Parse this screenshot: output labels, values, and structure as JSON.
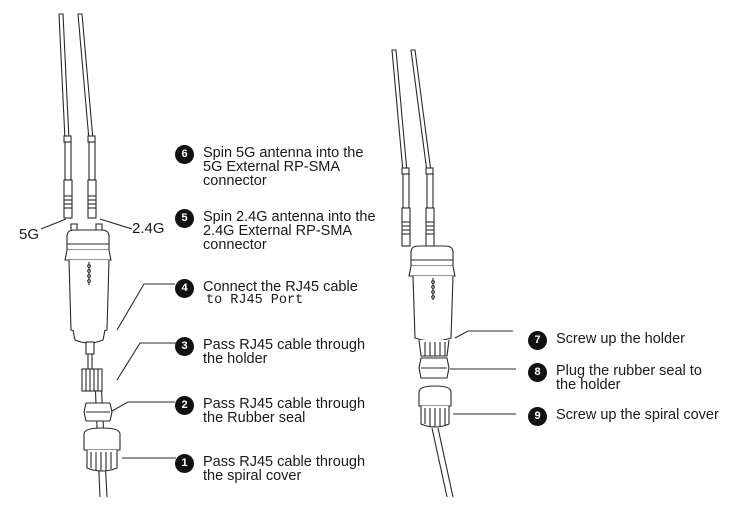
{
  "bands": {
    "left": "5G",
    "right": "2.4G"
  },
  "steps": [
    {
      "num": "6",
      "line1": "Spin 5G antenna into the",
      "line2": "5G External RP-SMA",
      "line3": "connector"
    },
    {
      "num": "5",
      "line1": "Spin 2.4G antenna into the",
      "line2": "2.4G External RP-SMA",
      "line3": "connector"
    },
    {
      "num": "4",
      "line1": "Connect the RJ45 cable",
      "line2": "to RJ45 Port"
    },
    {
      "num": "3",
      "line1": "Pass RJ45 cable through",
      "line2": "the holder"
    },
    {
      "num": "2",
      "line1": "Pass RJ45 cable through",
      "line2": "the Rubber seal"
    },
    {
      "num": "1",
      "line1": "Pass RJ45 cable through",
      "line2": "the spiral cover"
    },
    {
      "num": "7",
      "line1": "Screw up the holder"
    },
    {
      "num": "8",
      "line1": "Plug the rubber seal to",
      "line2": "the holder"
    },
    {
      "num": "9",
      "line1": "Screw up the spiral cover"
    }
  ]
}
